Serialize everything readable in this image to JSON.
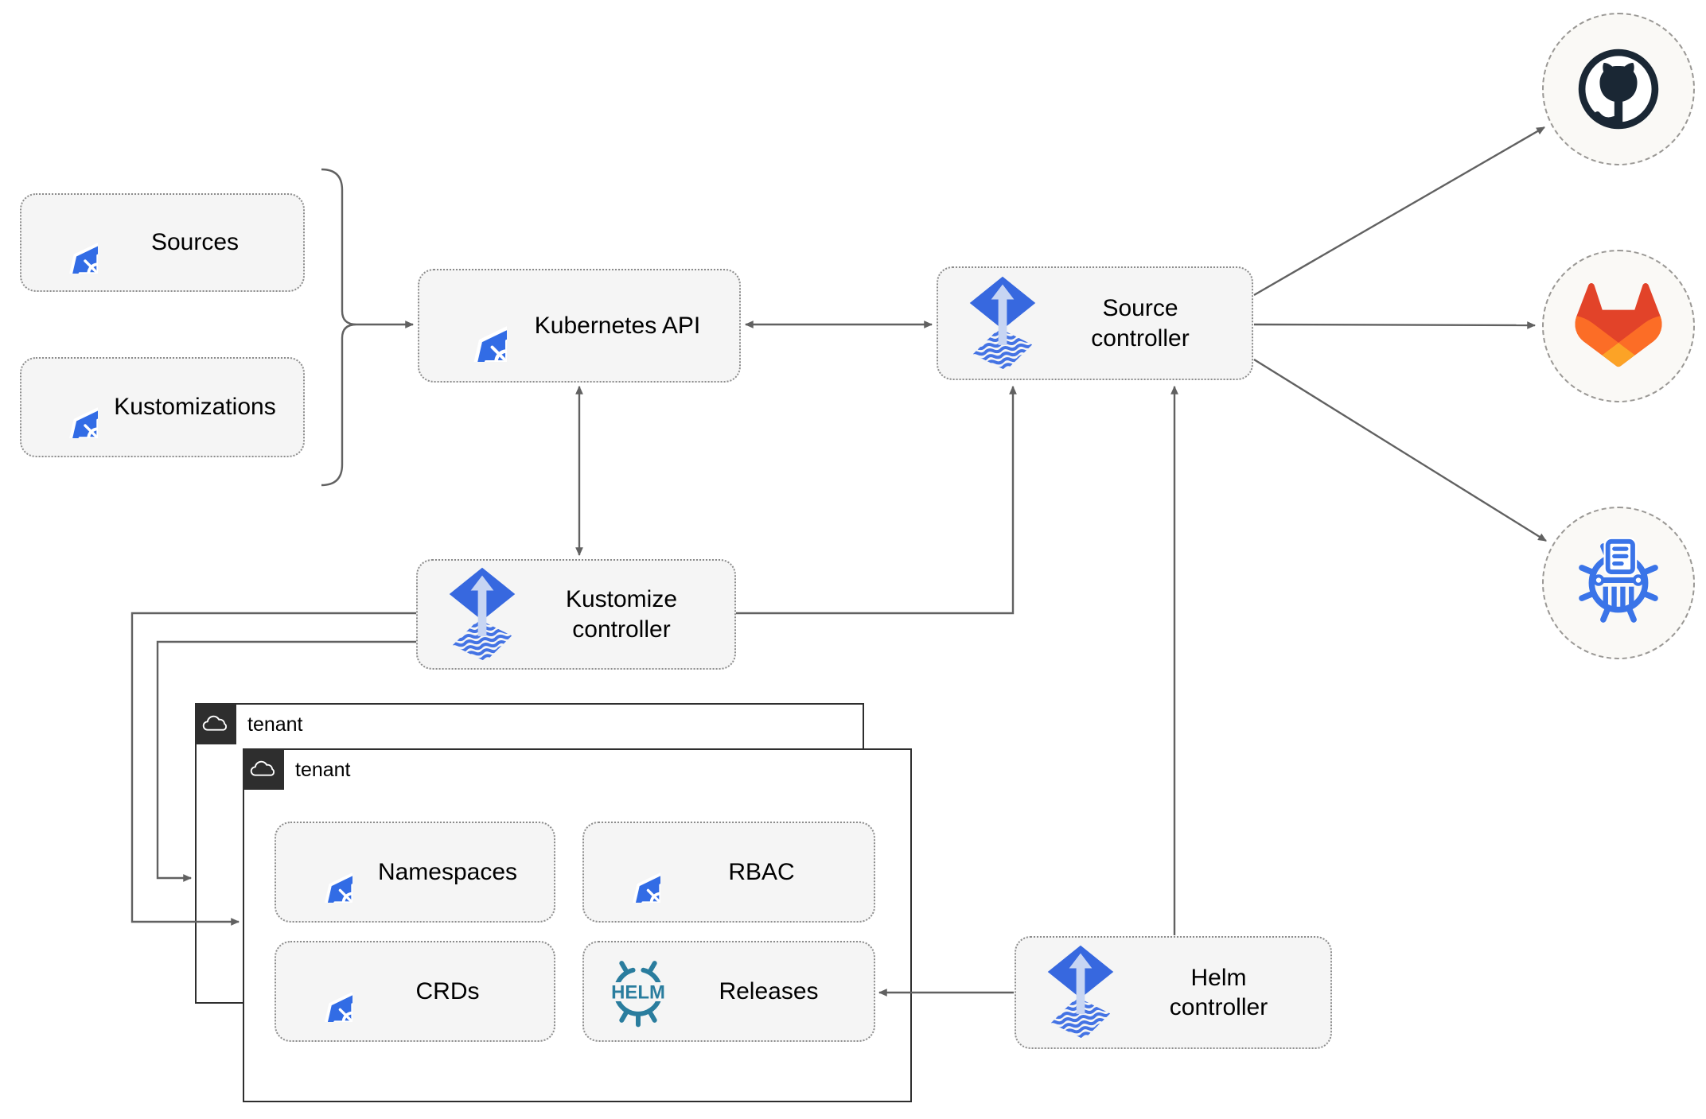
{
  "diagram": {
    "nodes": {
      "sources": "Sources",
      "kustomizations": "Kustomizations",
      "kubernetes_api": "Kubernetes API",
      "source_controller": "Source\ncontroller",
      "kustomize_controller": "Kustomize\ncontroller",
      "helm_controller": "Helm\ncontroller",
      "namespaces": "Namespaces",
      "rbac": "RBAC",
      "crds": "CRDs",
      "releases": "Releases"
    },
    "tenant_outer_label": "tenant",
    "tenant_inner_label": "tenant",
    "helm_logo_text": "HELM",
    "icons": {
      "kubernetes": "kubernetes-wheel-icon",
      "flux": "flux-icon",
      "helm": "helm-wheel-icon",
      "cloud": "cloud-icon",
      "github": "github-icon",
      "gitlab": "gitlab-icon",
      "chartmuseum": "chartmuseum-icon"
    },
    "colors": {
      "kubernetes_blue": "#326CE5",
      "flux_blue": "#3768DF",
      "flux_arrow_light": "#C7D5F3",
      "helm_teal": "#2A7D9E",
      "chartmuseum_blue": "#3A74E8",
      "github_dark": "#1A2734",
      "gitlab_red": "#E24329",
      "gitlab_orange": "#FC6D26",
      "gitlab_yellow": "#FCA326",
      "node_fill": "#F5F5F5",
      "node_border": "#8C8C8C",
      "edge_gray": "#616161",
      "tenant_dark": "#2E2E2E",
      "repo_fill": "#FAF9F6"
    }
  }
}
